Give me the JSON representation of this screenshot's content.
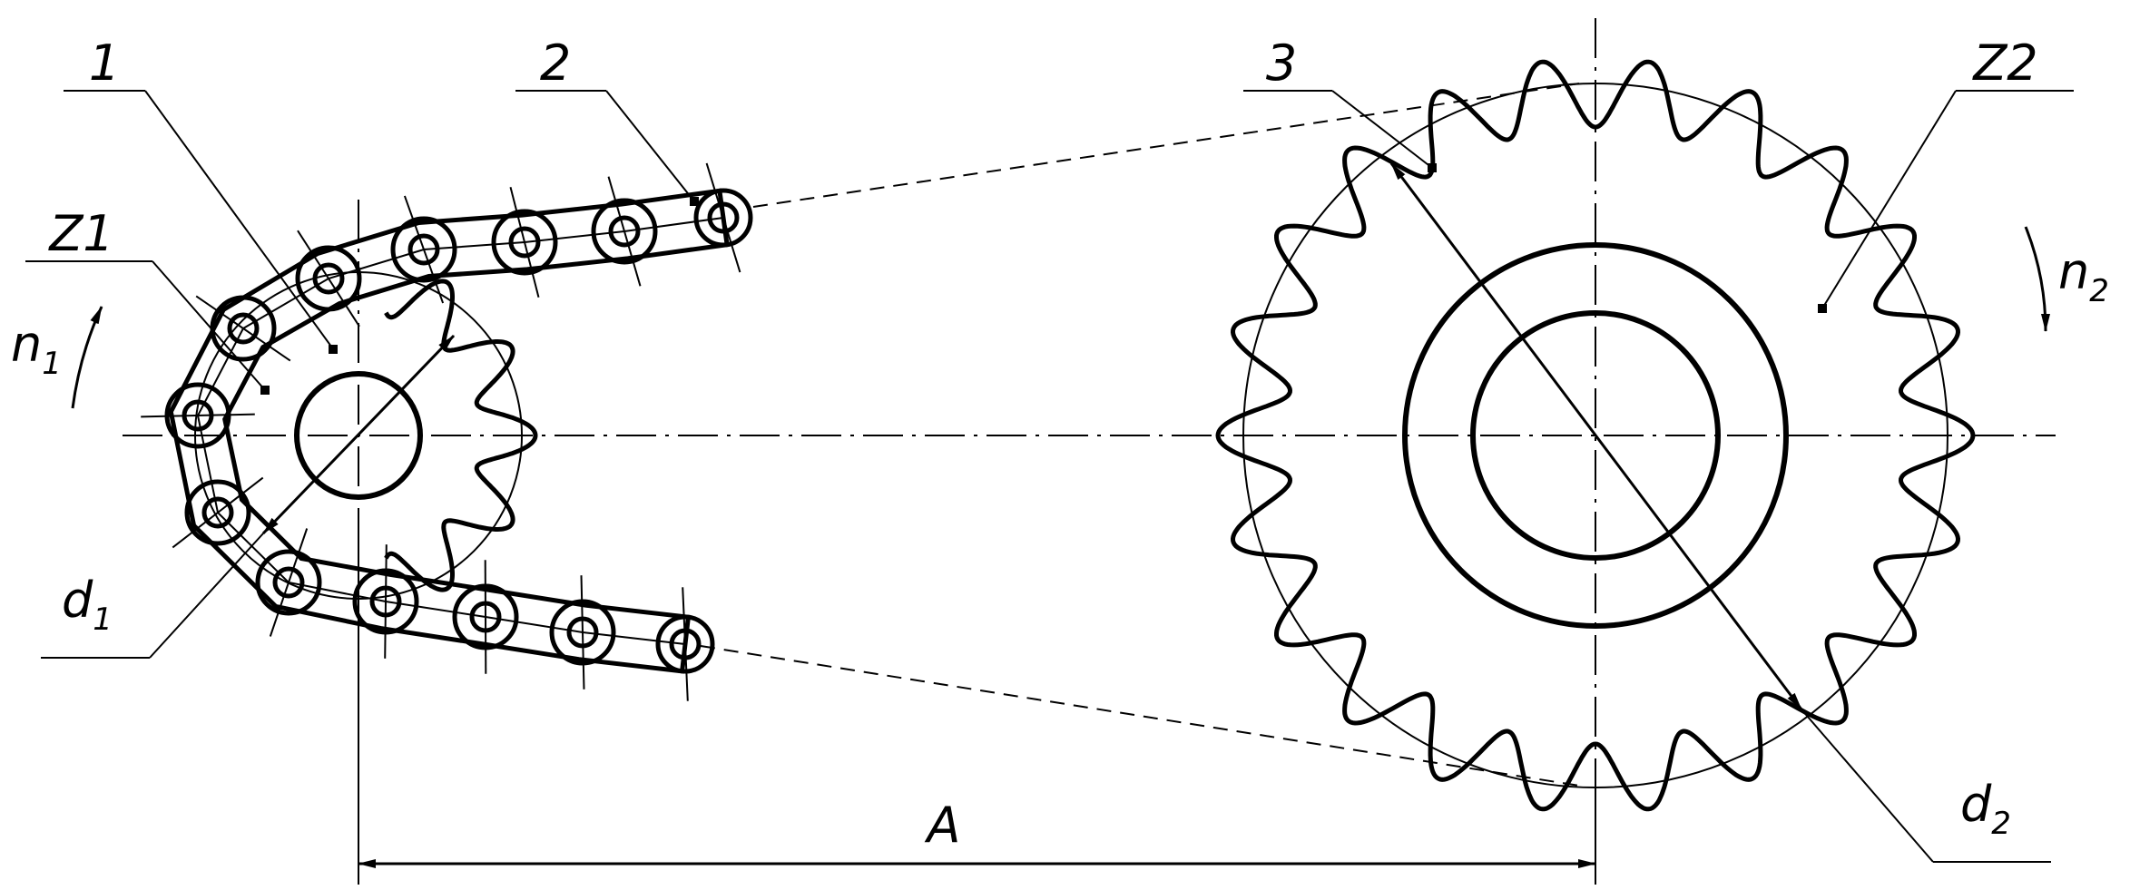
{
  "labels": {
    "part_1": "1",
    "part_2": "2",
    "part_3": "3",
    "sprocket_1": "Z1",
    "sprocket_2": "Z2",
    "speed_1": "n",
    "speed_1_sub": "1",
    "speed_2": "n",
    "speed_2_sub": "2",
    "pitch_diameter_1": "d",
    "pitch_diameter_1_sub": "1",
    "pitch_diameter_2": "d",
    "pitch_diameter_2_sub": "2",
    "center_distance": "A"
  },
  "sprocket_1": {
    "teeth_shown": 12
  },
  "sprocket_2": {
    "teeth_shown": 22
  }
}
